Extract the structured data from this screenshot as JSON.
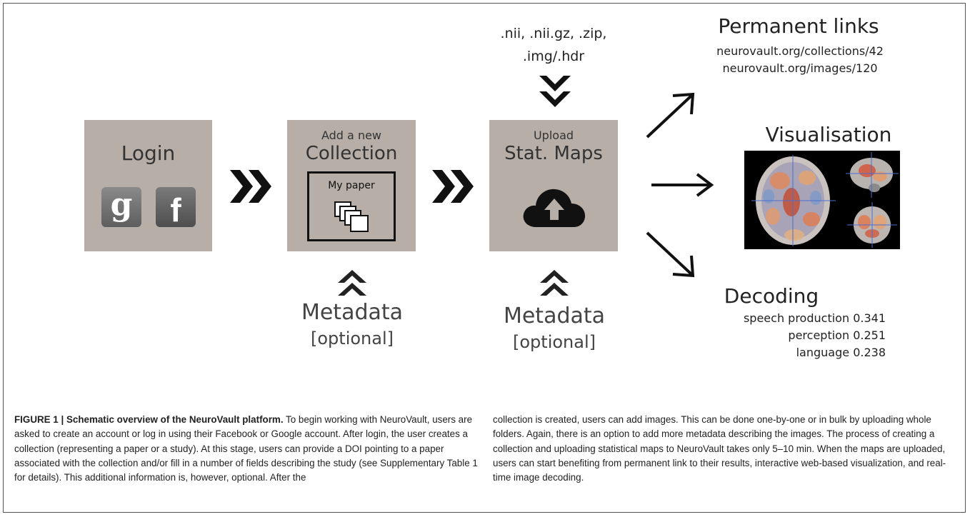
{
  "login": {
    "title": "Login",
    "google_letter": "g",
    "facebook_letter": "f"
  },
  "collection": {
    "subtitle": "Add a new",
    "title": "Collection",
    "paper_label": "My paper"
  },
  "upload": {
    "subtitle": "Upload",
    "title": "Stat. Maps",
    "formats_line1": ".nii, .nii.gz, .zip,",
    "formats_line2": ".img/.hdr"
  },
  "metadata": {
    "label": "Metadata",
    "optional": "[optional]"
  },
  "links": {
    "title": "Permanent  links",
    "url1": "neurovault.org/collections/42",
    "url2": "neurovault.org/images/120"
  },
  "visualisation": {
    "title": "Visualisation"
  },
  "decoding": {
    "title": "Decoding",
    "rows": [
      {
        "term": "speech production",
        "value": "0.341"
      },
      {
        "term": "perception",
        "value": "0.251"
      },
      {
        "term": "language",
        "value": "0.238"
      }
    ]
  },
  "caption": {
    "heading": "FIGURE 1 | Schematic overview of the NeuroVault platform.",
    "left_rest": " To begin working with NeuroVault, users are asked to create an account or log in using their Facebook or Google account. After login, the user creates a collection (representing a paper or a study). At this stage, users can provide a DOI pointing to a paper associated with the collection and/or fill in a number of fields describing the study (see Supplementary Table 1 for details). This additional information is, however, optional. After the",
    "right": "collection is created, users can add images. This can be done one-by-one or in bulk by uploading whole folders. Again, there is an option to add more metadata describing the images. The process of creating a collection and uploading statistical maps to NeuroVault takes only 5–10 min. When the maps are uploaded, users can start benefiting from permanent link to their results, interactive web-based visualization, and real-time image decoding."
  },
  "colors": {
    "box": "#b7aea8",
    "arrow": "#111111"
  }
}
